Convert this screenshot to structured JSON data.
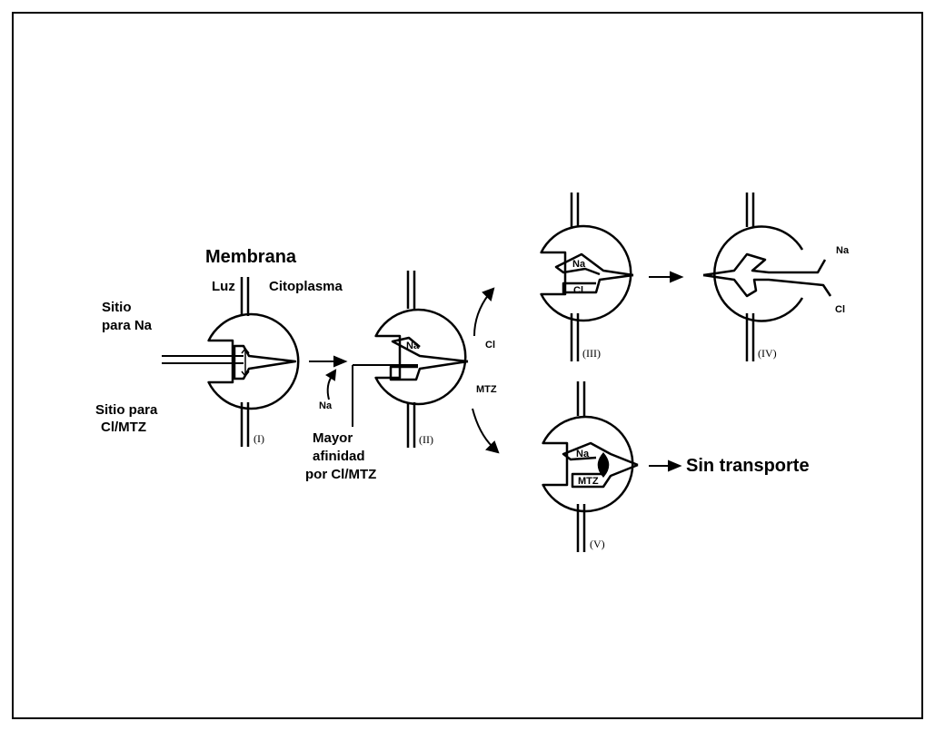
{
  "labels": {
    "membrana": "Membrana",
    "luz": "Luz",
    "citoplasma": "Citoplasma",
    "sitio_na_1": "Sitio",
    "sitio_na_2": "para Na",
    "sitio_cl_1": "Sitio para",
    "sitio_cl_2": "Cl/MTZ",
    "na_entry": "Na",
    "mayor_1": "Mayor",
    "mayor_2": "afinidad",
    "mayor_3": "por Cl/MTZ",
    "cl_branch": "Cl",
    "mtz_branch": "MTZ",
    "sin_transporte": "Sin transporte",
    "na_out": "Na",
    "cl_out": "Cl"
  },
  "states": [
    {
      "id": "I",
      "label": "(I)"
    },
    {
      "id": "II",
      "label": "(II)",
      "inner": "Na"
    },
    {
      "id": "III",
      "label": "(III)",
      "inner_top": "Na",
      "inner_bottom": "Cl"
    },
    {
      "id": "IV",
      "label": "(IV)"
    },
    {
      "id": "V",
      "label": "(V)",
      "inner_top": "Na",
      "inner_bottom": "MTZ"
    }
  ],
  "colors": {
    "ink": "#000000",
    "background": "#ffffff"
  }
}
